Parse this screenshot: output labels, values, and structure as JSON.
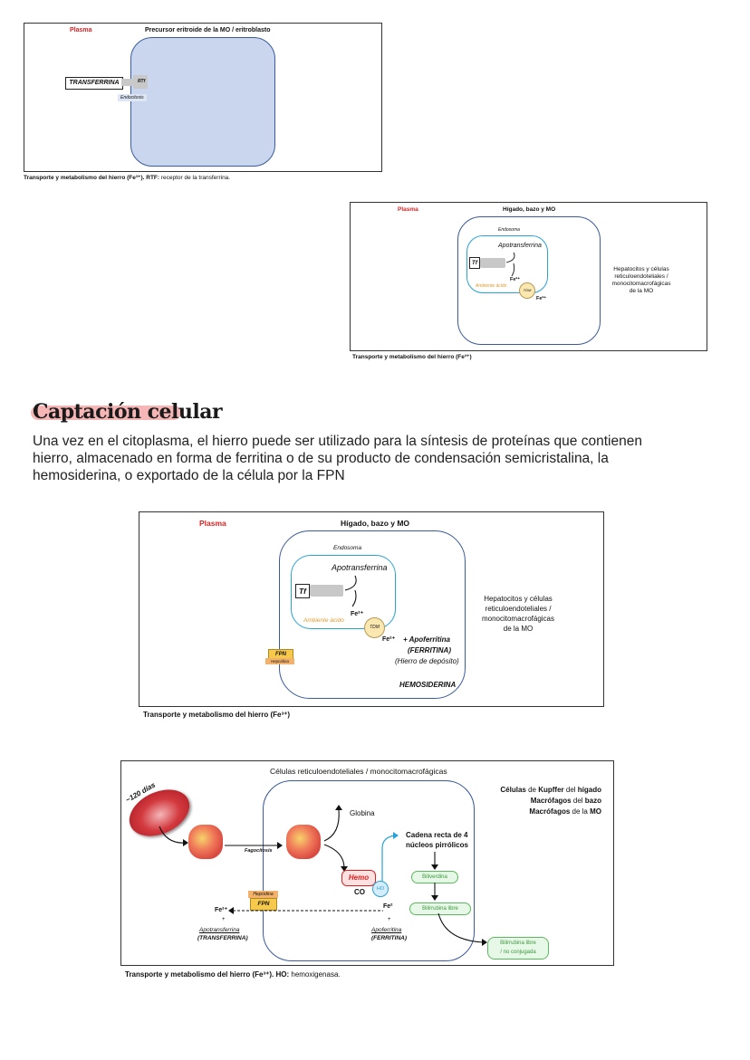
{
  "fig1": {
    "plasma": "Plasma",
    "title": "Precursor eritroide de la MO / eritroblasto",
    "transferrina": "TRANSFERRINA",
    "rtf": "RTf",
    "endocitosis": "Endocitosis",
    "caption_bold": "Transporte y metabolismo del hierro (Fe³⁺). RTF:",
    "caption_rest": " receptor de la transferrina."
  },
  "fig2": {
    "plasma": "Plasma",
    "title": "Hígado, bazo y MO",
    "endosoma": "Endosoma",
    "apotransferrina": "Apotransferrina",
    "tf": "Tf",
    "fe_a": "Fe²⁺",
    "ambiente": "Ambiente ácido",
    "tdm": "TDM",
    "fe_b": "Fe²⁺",
    "side_text": [
      "Hepatocitos y células",
      "reticuloendoteliales /",
      "monocitomacrofágicas",
      "de la MO"
    ],
    "caption": "Transporte y metabolismo del hierro (Fe³⁺)"
  },
  "section": {
    "title": "Captación celular",
    "body": "Una vez en el citoplasma, el hierro puede ser utilizado para la síntesis de proteínas que contienen hierro, almacenado en forma de ferritina o de su producto de condensación semicristalina, la hemosiderina, o exportado de la célula por la FPN"
  },
  "fig3": {
    "plasma": "Plasma",
    "title": "Hígado, bazo y MO",
    "endosoma": "Endosoma",
    "apotransferrina": "Apotransferrina",
    "tf": "Tf",
    "fe_a": "Fe²⁺",
    "ambiente": "Ambiente ácido",
    "tdm": "TDM",
    "fe_b": "Fe²⁺",
    "apoferritina": "+ Apoferritina",
    "ferritina": "(FERRITINA)",
    "deposito": "(Hierro de depósito)",
    "fpn": "FPN",
    "hepcidina": "Hepcidina",
    "hemosiderina": "HEMOSIDERINA",
    "side_text": [
      "Hepatocitos y células",
      "reticuloendoteliales /",
      "monocitomacrofágicas",
      "de la MO"
    ],
    "caption": "Transporte y metabolismo del hierro (Fe³⁺)"
  },
  "fig4": {
    "title": "Células reticuloendoteliales / monocitomacrofágicas",
    "days": "~120 días",
    "fagocitosis": "Fagocitosis",
    "globina": "Globina",
    "cadena": [
      "Cadena recta de 4",
      "núcleos pirrólicos"
    ],
    "hemo": "Hemo",
    "ho": "HO",
    "co": "CO",
    "biliverdina": "Biliverdina",
    "bilirrubina_libre": "Bilirrubina libre",
    "bilirrubina_nc": [
      "Bilirrubina libre",
      "/ no conjugada"
    ],
    "hepcidina": "Hepcidina",
    "fpn": "FPN",
    "fe_left": "Fe²⁺",
    "plus_left": "+",
    "apotransferrina": "Apotransferrina",
    "transferrina": "(TRANSFERRINA)",
    "fe_right": "Fe²",
    "plus_right": "+",
    "apoferritina": "Apoferritina",
    "ferritina": "(FERRITINA)",
    "side": [
      {
        "pre": "Células",
        "mid": " de ",
        "b": "Kupffer",
        "post": " del ",
        "b2": "hígado"
      },
      {
        "pre": "Macrófagos",
        "mid": " del ",
        "b": "bazo",
        "post": "",
        "b2": ""
      },
      {
        "pre": "Macrófagos",
        "mid": " de la ",
        "b": "MO",
        "post": "",
        "b2": ""
      }
    ],
    "caption_bold": "Transporte y metabolismo del hierro (Fe³⁺). HO:",
    "caption_rest": " hemoxigenasa."
  }
}
